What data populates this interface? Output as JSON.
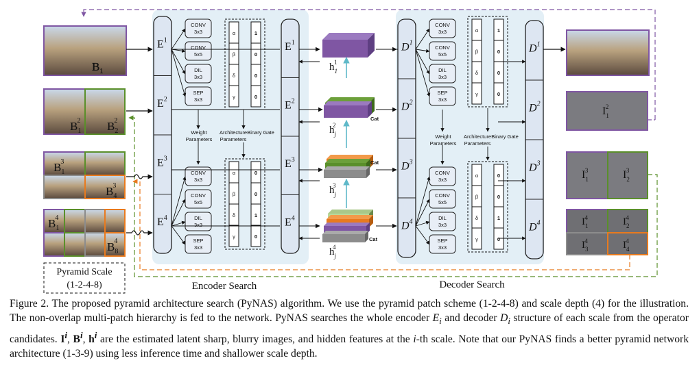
{
  "section_labels": {
    "encoder": "Encoder Search",
    "decoder": "Decoder Search",
    "pyramid_title": "Pyramid Scale",
    "pyramid_value": "(1-2-4-8)"
  },
  "encoder_blocks": [
    "E",
    "E",
    "E",
    "E"
  ],
  "decoder_blocks": [
    "D",
    "D",
    "D",
    "D"
  ],
  "scale_sups": [
    "1",
    "2",
    "3",
    "4"
  ],
  "ops": [
    {
      "name": "CONV",
      "size": "3x3"
    },
    {
      "name": "CONV",
      "size": "5x5"
    },
    {
      "name": "DIL",
      "size": "3x3"
    },
    {
      "name": "SEP",
      "size": "3x3"
    }
  ],
  "arch_params": [
    "α",
    "β",
    "δ",
    "γ"
  ],
  "gates_top": [
    "1",
    "0",
    "0",
    "0"
  ],
  "gates_bottom": [
    "0",
    "0",
    "1",
    "0"
  ],
  "side_labels": {
    "weight": "Weight",
    "parameters": "Parameters",
    "architecture": "Architecture",
    "binary_gate": "Binary Gate",
    "cat": "Cat"
  },
  "blur_labels": {
    "s1": [
      "B"
    ],
    "s2": [
      "B",
      "B"
    ],
    "s3": [
      "B",
      "B"
    ],
    "s4": [
      "B",
      "B"
    ]
  },
  "blur_subs": {
    "s1": [
      "1"
    ],
    "s2": [
      "1",
      "2"
    ],
    "s3": [
      "1",
      "4"
    ],
    "s4": [
      "1",
      "8"
    ]
  },
  "blur_sups": {
    "s1": [
      ""
    ],
    "s2": [
      "2",
      "2"
    ],
    "s3": [
      "3",
      "3"
    ],
    "s4": [
      "4",
      "4"
    ]
  },
  "sharp_labels": {
    "s2": [
      {
        "sub": "1",
        "sup": "2"
      }
    ],
    "s3": [
      {
        "sub": "1",
        "sup": "3"
      },
      {
        "sub": "2",
        "sup": "3"
      }
    ],
    "s4": [
      {
        "sub": "1",
        "sup": "4"
      },
      {
        "sub": "2",
        "sup": "4"
      },
      {
        "sub": "3",
        "sup": "4"
      },
      {
        "sub": "4",
        "sup": "4"
      }
    ]
  },
  "sharp_letter": "I",
  "hidden_letter": "h",
  "hidden_labels": [
    {
      "sub": "1",
      "sup": "1"
    },
    {
      "sub": "j",
      "sup": "2"
    },
    {
      "sub": "j",
      "sup": "3"
    },
    {
      "sub": "j",
      "sup": "4"
    }
  ],
  "colors": {
    "purple": "#7f56a3",
    "green": "#5a8f2a",
    "gray": "#8c8c8c",
    "orange": "#e87a1e",
    "cyan": "#5fb9c9",
    "panel_bg": "#e3eff6",
    "block_fill": "#dde6f2"
  },
  "caption": {
    "p1": "Figure 2. The proposed pyramid architecture search (PyNAS) algorithm. We use the pyramid patch scheme (1-2-4-8) and scale depth (4) for the illustration. The non-overlap multi-patch hierarchy is fed to the network. PyNAS searches the whole encoder ",
    "E": "E",
    "i": "i",
    "p2": " and decoder ",
    "D": "D",
    "p3": " structure of each scale from the operator candidates. ",
    "I": "I",
    "p4": ", ",
    "B": "B",
    "p5": ", ",
    "h": "h",
    "p6": " are the estimated latent sharp, blurry images, and hidden features at the ",
    "p7": "-th scale. Note that our PyNAS finds a better pyramid network architecture (1-3-9) using less inference time and shallower scale depth."
  }
}
